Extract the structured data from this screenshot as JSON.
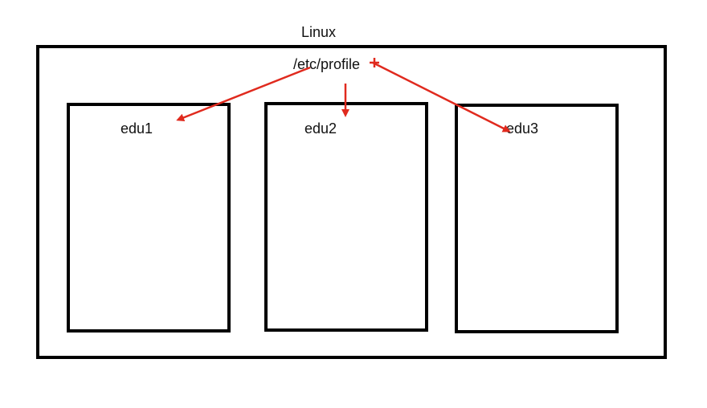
{
  "diagram": {
    "outer_label": "Linux",
    "source_label": "/etc/profile",
    "nodes": [
      {
        "id": "edu1",
        "label": "edu1"
      },
      {
        "id": "edu2",
        "label": "edu2"
      },
      {
        "id": "edu3",
        "label": "edu3"
      }
    ],
    "colors": {
      "box_stroke": "#000000",
      "arrow": "#e02a1e"
    }
  }
}
